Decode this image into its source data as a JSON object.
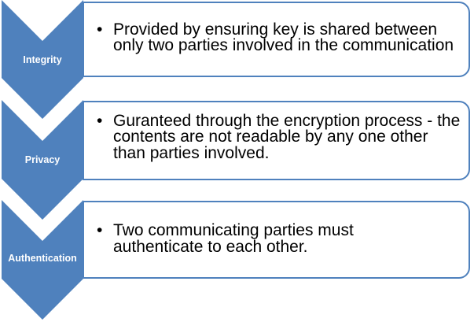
{
  "colors": {
    "chevron_fill": "#4f81bd",
    "box_border": "#4f81bd",
    "box_fill": "#ffffff",
    "label_text": "#ffffff",
    "body_text": "#000000"
  },
  "bullet_glyph": "•",
  "items": [
    {
      "label": "Integrity",
      "bullets": [
        "Provided by ensuring key is shared between only two parties involved in the communication"
      ]
    },
    {
      "label": "Privacy",
      "bullets": [
        "Guranteed through the encryption process - the contents are not readable by any one other than parties involved."
      ]
    },
    {
      "label": "Authentication",
      "bullets": [
        "Two communicating parties must authenticate to each other."
      ]
    }
  ]
}
